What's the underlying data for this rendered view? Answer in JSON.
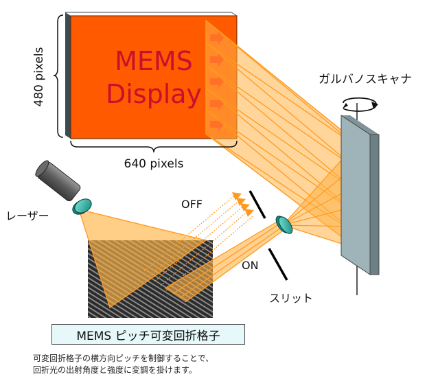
{
  "display": {
    "title_line1": "MEMS",
    "title_line2": "Display",
    "height_label": "480 pixels",
    "width_label": "640 pixels"
  },
  "labels": {
    "scanner": "ガルバノスキャナ",
    "laser": "レーザー",
    "off": "OFF",
    "on": "ON",
    "slit": "スリット"
  },
  "grating_label": "MEMS ピッチ可変回折格子",
  "note": {
    "line1": "可変回折格子の横方向ピッチを制御することで、",
    "line2": "回折光の出射角度と強度に変調を掛けます。"
  },
  "colors": {
    "display_fill": "#ff5a00",
    "display_text": "#c8102e",
    "beam": "#ffb347",
    "scanner_mirror": "#9fb4b8",
    "lens": "#2bb3a3",
    "caption_bg": "#e6f8fa"
  }
}
